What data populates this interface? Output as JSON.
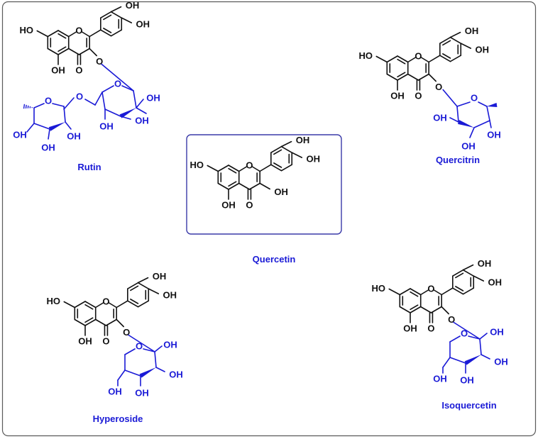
{
  "diagram": {
    "center": {
      "name": "Quercetin"
    },
    "compounds": [
      {
        "id": "rutin",
        "name": "Rutin"
      },
      {
        "id": "quercitrin",
        "name": "Quercitrin"
      },
      {
        "id": "hyperoside",
        "name": "Hyperoside"
      },
      {
        "id": "isoquercetin",
        "name": "Isoquercetin"
      }
    ],
    "atoms": {
      "oh": "OH",
      "ho": "HO",
      "o": "O"
    },
    "colors": {
      "aglycone": "#111111",
      "sugar": "#1a1ad6",
      "frame": "#5a5a5a",
      "center_frame": "#3a3aa8"
    }
  }
}
